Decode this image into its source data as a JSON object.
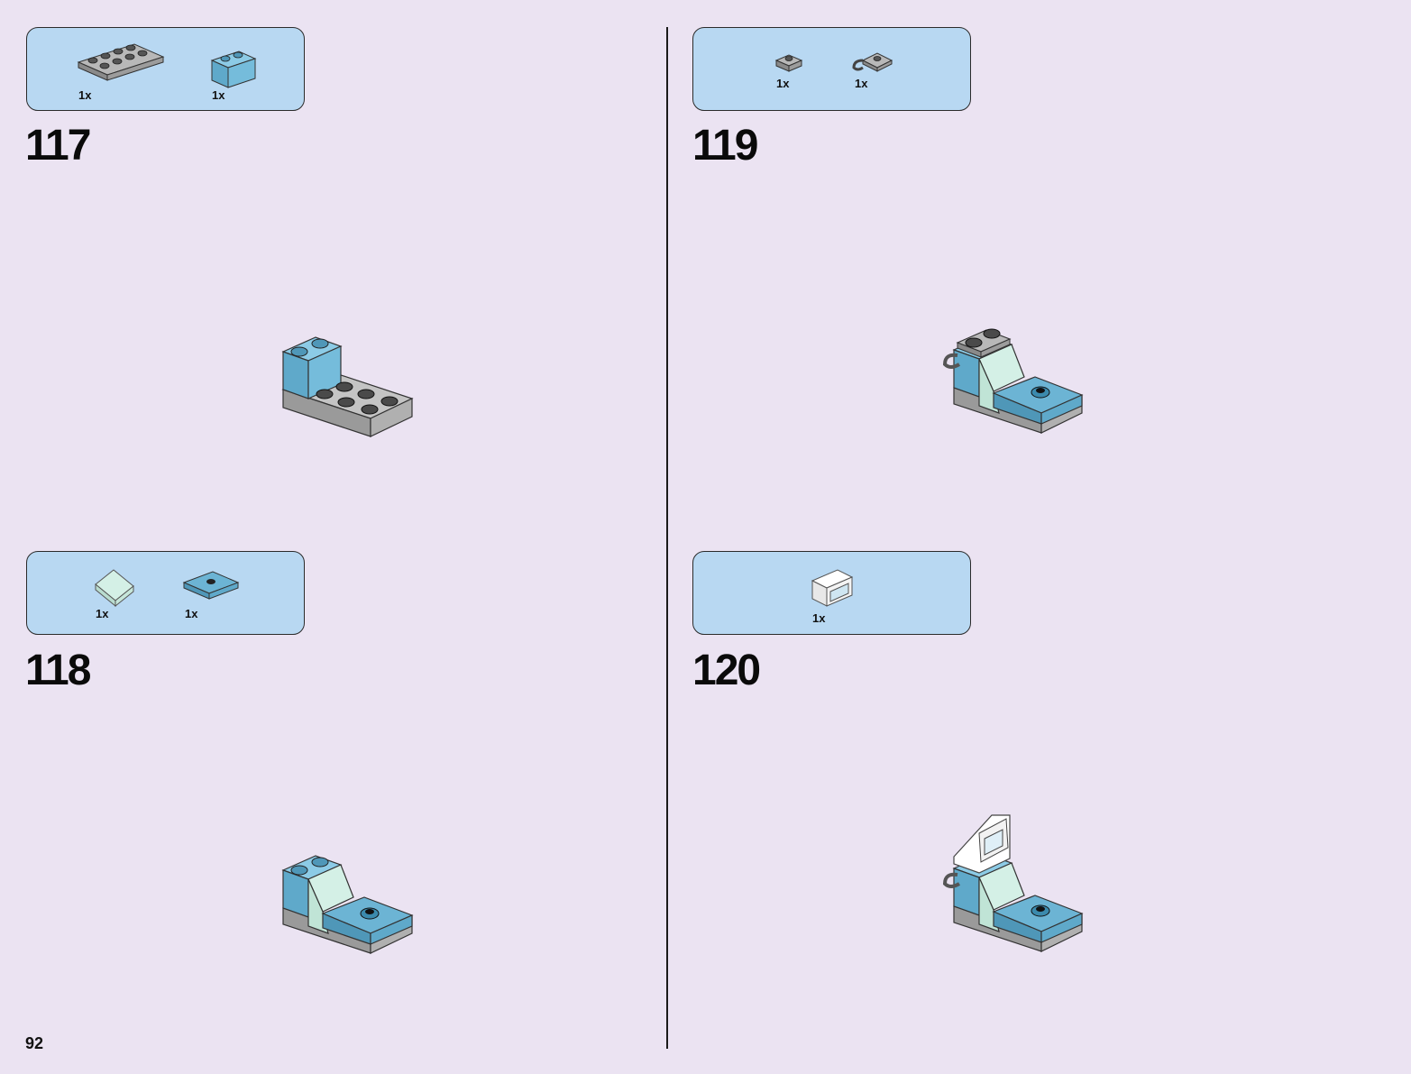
{
  "page": {
    "number": "92"
  },
  "steps": [
    {
      "number": "117",
      "parts": [
        {
          "qty": "1x",
          "icon": "gray-plate-2x4-icon"
        },
        {
          "qty": "1x",
          "icon": "blue-brick-1x2-icon"
        }
      ]
    },
    {
      "number": "118",
      "parts": [
        {
          "qty": "1x",
          "icon": "mint-slope-icon"
        },
        {
          "qty": "1x",
          "icon": "blue-jumper-plate-icon"
        }
      ]
    },
    {
      "number": "119",
      "parts": [
        {
          "qty": "1x",
          "icon": "gray-plate-1x1-icon"
        },
        {
          "qty": "1x",
          "icon": "gray-clip-plate-icon"
        }
      ]
    },
    {
      "number": "120",
      "parts": [
        {
          "qty": "1x",
          "icon": "white-windscreen-icon"
        }
      ]
    }
  ],
  "colors": {
    "background": "#ebe3f2",
    "parts_box": "#b8d8f2",
    "brick_blue": "#6cb4d4",
    "brick_gray": "#a9a9a9",
    "brick_mint": "#d4f0e6"
  }
}
